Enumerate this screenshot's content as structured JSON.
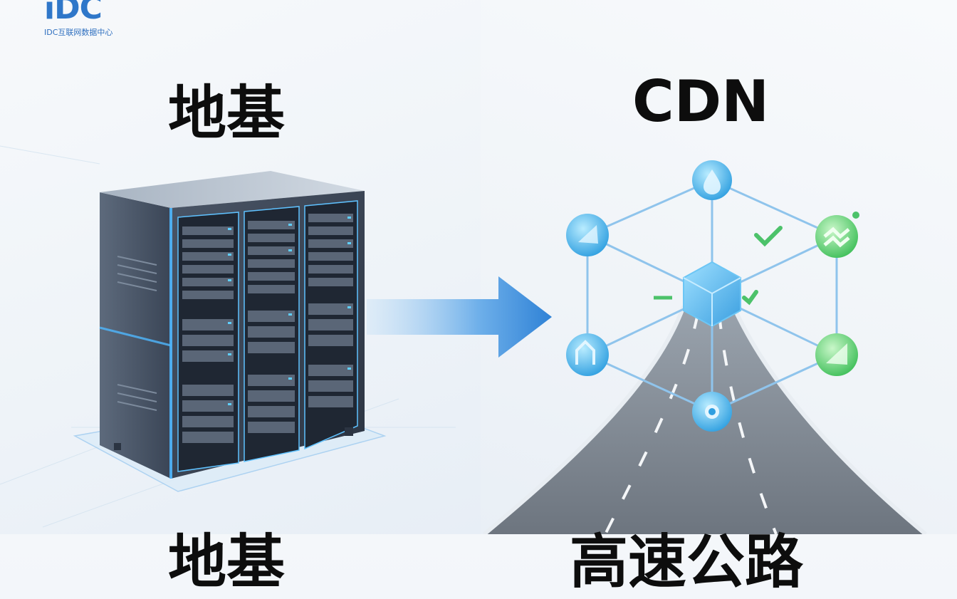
{
  "logo": {
    "mark": "iDC",
    "subtitle": "IDC互联网数据中心"
  },
  "left": {
    "heading": "地基",
    "bottom_text": "地基"
  },
  "right": {
    "heading": "CDN",
    "bottom_text": "高速公路"
  },
  "colors": {
    "accent": "#2f77c9",
    "green": "#4cc26a",
    "server_dark": "#3b4656",
    "glow": "#46b4ff"
  }
}
